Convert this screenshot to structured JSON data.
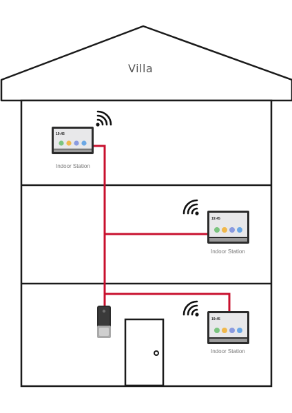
{
  "house": {
    "title": "Villa"
  },
  "stations": [
    {
      "label": "Indoor Station",
      "time": "19:45",
      "wireless": true
    },
    {
      "label": "Indoor Station",
      "time": "19:45",
      "wireless": true
    },
    {
      "label": "Indoor Station",
      "time": "19:45",
      "wireless": true
    }
  ],
  "colors": {
    "wire": "#c8102e",
    "outline": "#1a1a1a",
    "screen_bg": "#e8e8ea",
    "device_body": "#2b2b2b",
    "doorbell_top": "#3a3a3a",
    "doorbell_bottom": "#a9a9a9"
  },
  "icons": [
    "wifi-icon",
    "doorbell-icon",
    "door-icon"
  ]
}
